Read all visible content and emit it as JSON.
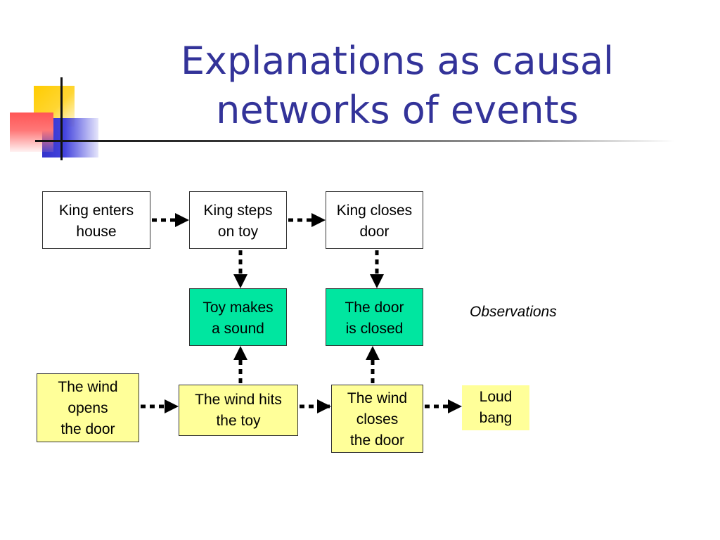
{
  "title": {
    "line1": "Explanations as causal",
    "line2": "networks of events"
  },
  "nodes": {
    "king_enters_house": "King enters\nhouse",
    "king_steps_on_toy": "King steps\non toy",
    "king_closes_door": "King closes\ndoor",
    "toy_makes_sound": "Toy makes\na sound",
    "door_is_closed": "The door\nis closed",
    "wind_opens_door": "The wind\nopens\nthe door",
    "wind_hits_toy": "The wind hits\nthe toy",
    "wind_closes_door": "The wind\ncloses\nthe door",
    "loud_bang": "Loud\nbang"
  },
  "observations_label": "Observations",
  "colors": {
    "title": "#333399",
    "observation_fill": "#00e6a0",
    "alternative_fill": "#ffff99",
    "original_fill": "#ffffff"
  }
}
